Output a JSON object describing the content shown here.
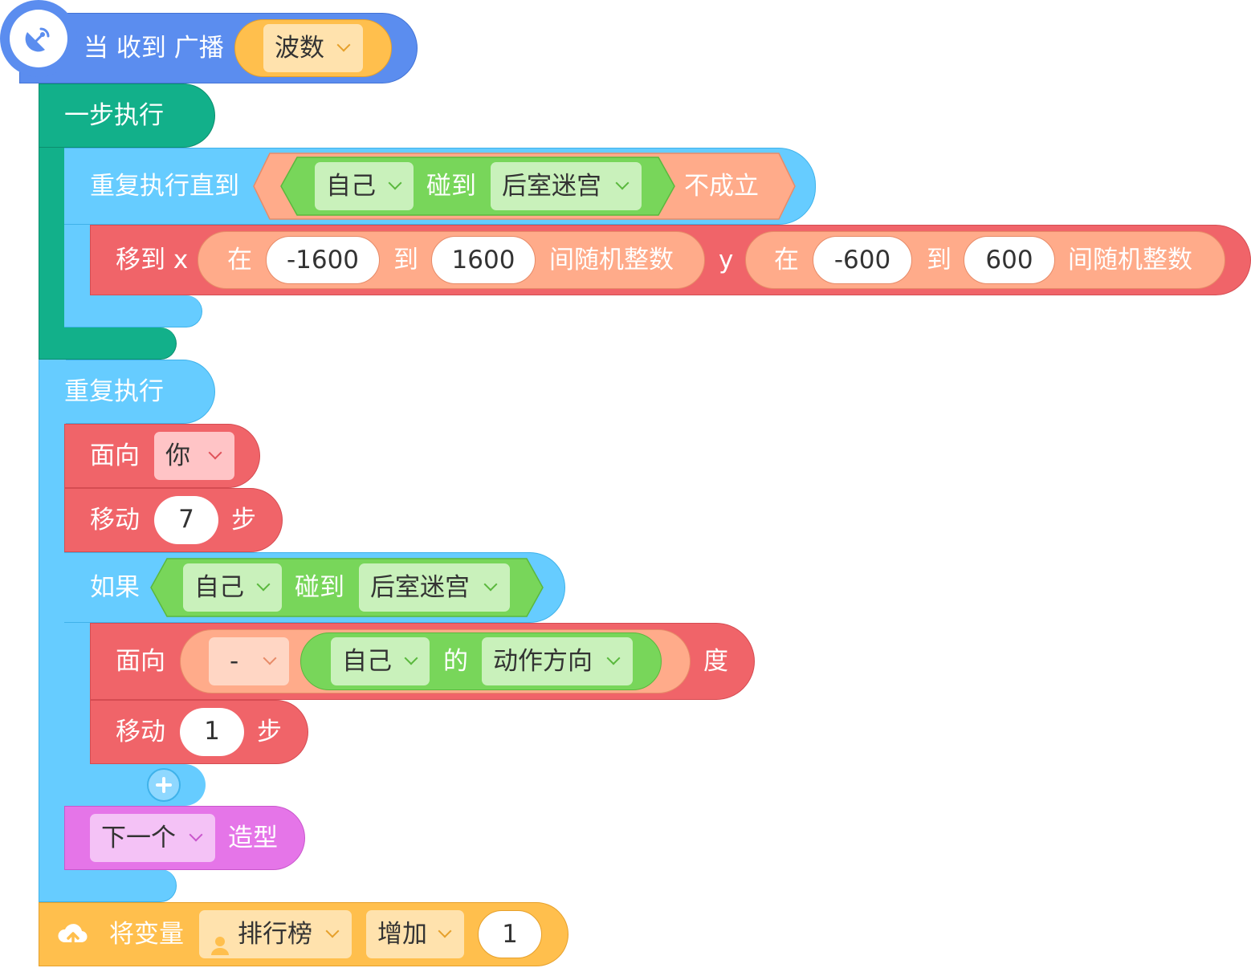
{
  "hat": {
    "label": "当 收到 广播",
    "message": "波数"
  },
  "one_step": {
    "label": "一步执行"
  },
  "repeat_until": {
    "label": "重复执行直到",
    "sprite": "自己",
    "touch": "碰到",
    "target": "后室迷宫",
    "not": "不成立"
  },
  "goto": {
    "label": "移到 x",
    "x": {
      "in": "在",
      "min": "-1600",
      "to": "到",
      "max": "1600",
      "suffix": "间随机整数"
    },
    "y_label": "y",
    "y": {
      "in": "在",
      "min": "-600",
      "to": "到",
      "max": "600",
      "suffix": "间随机整数"
    }
  },
  "forever": {
    "label": "重复执行"
  },
  "face_toward": {
    "label": "面向",
    "target": "你"
  },
  "move1": {
    "label": "移动",
    "steps": "7",
    "unit": "步"
  },
  "if_block": {
    "label": "如果",
    "sprite": "自己",
    "touch": "碰到",
    "target": "后室迷宫"
  },
  "face_dir": {
    "label": "面向",
    "op": "-",
    "sprite": "自己",
    "of": "的",
    "attr": "动作方向",
    "unit": "度"
  },
  "move2": {
    "label": "移动",
    "steps": "1",
    "unit": "步"
  },
  "next_costume": {
    "option": "下一个",
    "label": "造型"
  },
  "change_var": {
    "label": "将变量",
    "variable": "排行榜",
    "op": "增加",
    "value": "1"
  },
  "colors": {
    "events": "#5b8def",
    "control_dark": "#12b08a",
    "control": "#66ccff",
    "motion": "#f06469",
    "operator": "#ffab8a",
    "sensing": "#78d65a",
    "looks": "#e575e8",
    "data": "#ffbf4d"
  }
}
